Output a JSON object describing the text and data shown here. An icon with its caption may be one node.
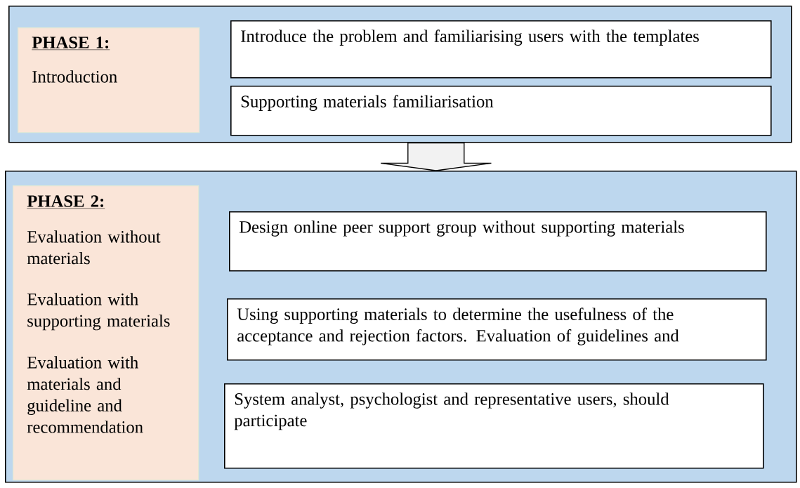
{
  "diagram": {
    "nodes": [
      {
        "text": [],
        "shape": "box"
      },
      {
        "text": [
          "PHASE 1:",
          "Introduction"
        ],
        "in": 0
      },
      {
        "text": [
          "Introduce the problem and familiarising users with the templates"
        ],
        "in": 0
      },
      {
        "text": [
          "Supporting materials familiarisation"
        ],
        "in": 0
      },
      {
        "text": [],
        "shape": "box"
      },
      {
        "text": [
          "PHASE 2:",
          "Evaluation without materials",
          "Evaluation with supporting materials",
          "Evaluation with materials and guideline and recommendation"
        ],
        "in": 4
      },
      {
        "text": [
          "Design online peer support group without supporting materials"
        ],
        "in": 4
      },
      {
        "text": [
          "Using supporting materials to determine the usefulness of the acceptance and rejection factors. Evaluation of guidelines and"
        ],
        "in": 4
      },
      {
        "text": [
          "System analyst, psychologist and representative users, should participate"
        ],
        "in": 4
      }
    ],
    "edges": [
      {
        "from": 0,
        "to": 4,
        "arrow": "to"
      }
    ]
  }
}
